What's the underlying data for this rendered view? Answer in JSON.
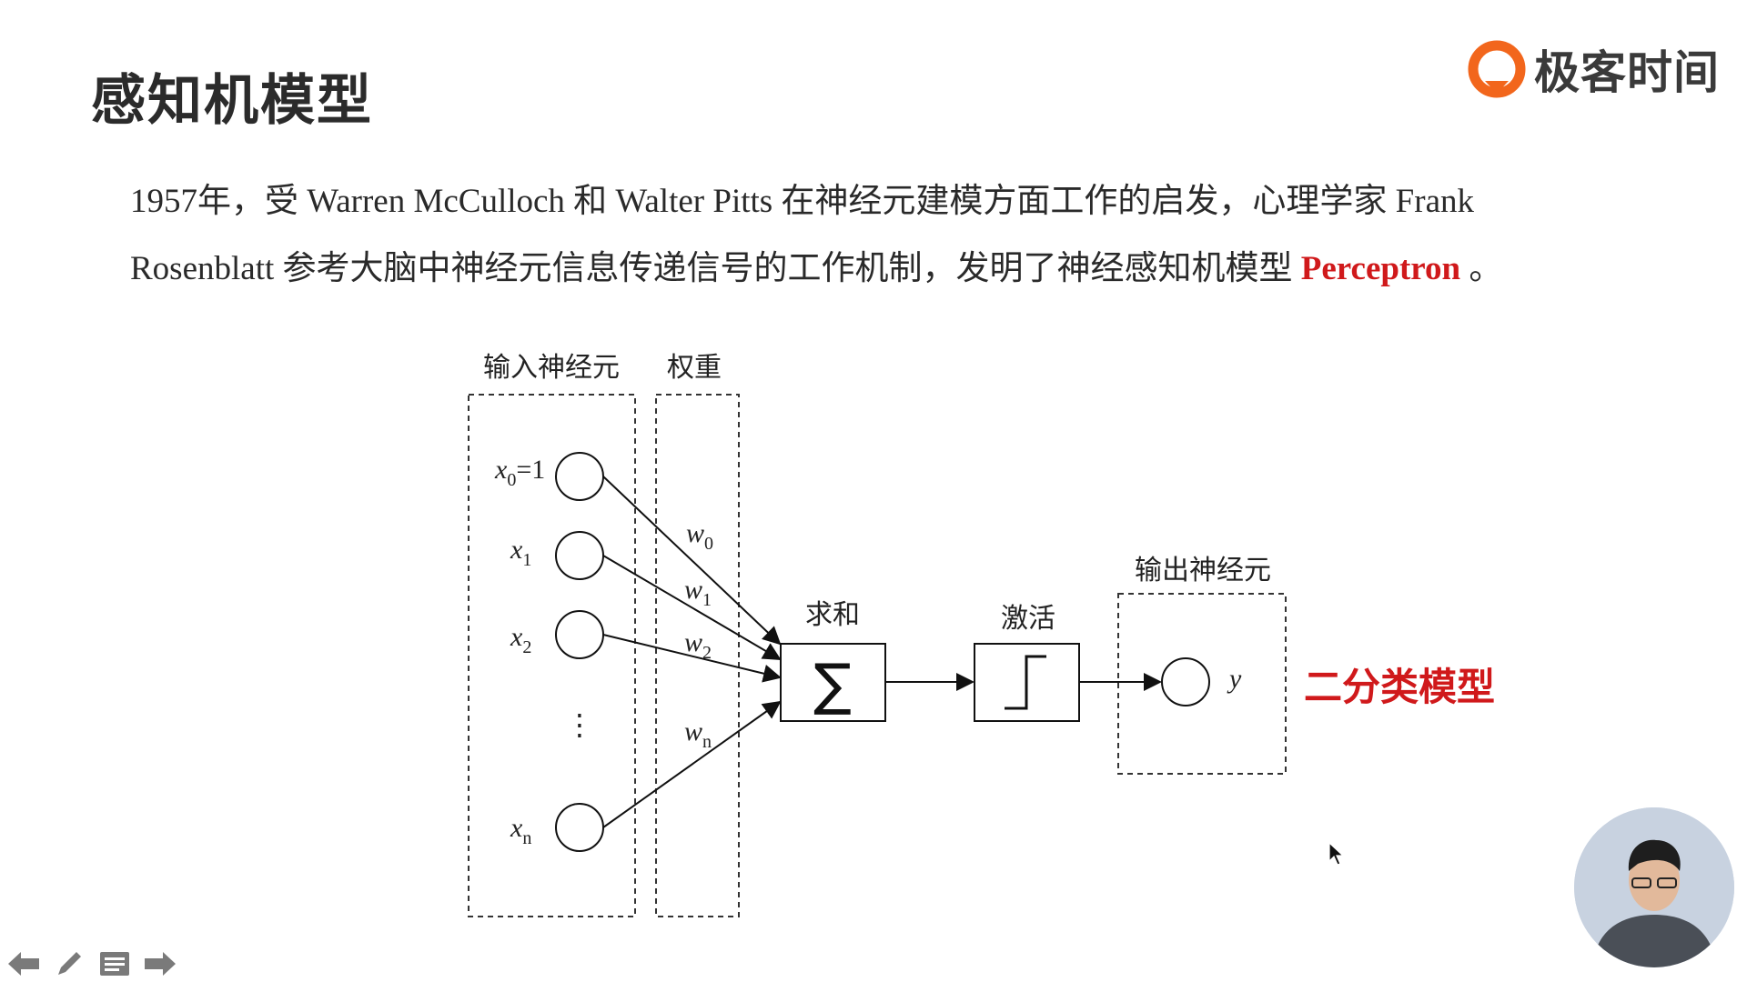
{
  "slide": {
    "title": "感知机模型",
    "intro_line1": "1957年，受 Warren McCulloch 和 Walter Pitts 在神经元建模方面工作的启发，心理学家 Frank",
    "intro_line2_pre": "Rosenblatt 参考大脑中神经元信息传递信号的工作机制，发明了神经感知机模型 ",
    "intro_highlight": "Perceptron",
    "intro_line2_post": " 。"
  },
  "brand": {
    "name": "极客时间",
    "logo_icon": "geektime-logo-icon",
    "accent": "#f2661c"
  },
  "diagram": {
    "input_group_label": "输入神经元",
    "weights_group_label": "权重",
    "sum_label": "求和",
    "activation_label": "激活",
    "output_group_label": "输出神经元",
    "sum_symbol": "∑",
    "inputs": [
      {
        "var": "x",
        "sub": "0",
        "suffix": "=1"
      },
      {
        "var": "x",
        "sub": "1",
        "suffix": ""
      },
      {
        "var": "x",
        "sub": "2",
        "suffix": ""
      },
      {
        "var": "x",
        "sub": "n",
        "suffix": ""
      }
    ],
    "ellipsis": "⋮",
    "weights": [
      {
        "var": "w",
        "sub": "0"
      },
      {
        "var": "w",
        "sub": "1"
      },
      {
        "var": "w",
        "sub": "2"
      },
      {
        "var": "w",
        "sub": "n"
      }
    ],
    "output_var": "y"
  },
  "annotation": "二分类模型",
  "player": {
    "nav_icons": [
      "arrow-left-icon",
      "pen-icon",
      "menu-icon",
      "arrow-right-icon"
    ]
  },
  "colors": {
    "highlight": "#d0191b",
    "text": "#2a2a2a"
  }
}
